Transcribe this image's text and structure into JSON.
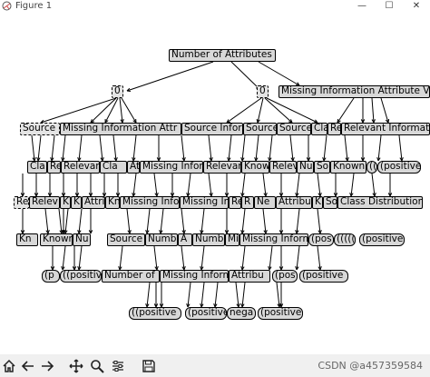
{
  "window": {
    "title": "Figure 1",
    "minimize_label": "—",
    "maximize_label": "☐",
    "close_label": "✕"
  },
  "tree": {
    "nodes": [
      {
        "text": "Number of Attributes"
      },
      {
        "text": "0"
      },
      {
        "text": "0"
      },
      {
        "text": "Missing Information Attribute V"
      },
      {
        "text": "Source"
      },
      {
        "text": "Missing Information Attr"
      },
      {
        "text": "Source Inform"
      },
      {
        "text": "Source"
      },
      {
        "text": "Source"
      },
      {
        "text": "Cla"
      },
      {
        "text": "Re"
      },
      {
        "text": "Relevant Informat"
      },
      {
        "text": "Cla"
      },
      {
        "text": "Re"
      },
      {
        "text": "Relevan"
      },
      {
        "text": "Cla"
      },
      {
        "text": "Att"
      },
      {
        "text": "Missing Inform"
      },
      {
        "text": "Relevan"
      },
      {
        "text": "Know"
      },
      {
        "text": "Relev"
      },
      {
        "text": "Nu"
      },
      {
        "text": "So"
      },
      {
        "text": "Known"
      },
      {
        "text": "(("
      },
      {
        "text": "(positive"
      },
      {
        "text": "Re"
      },
      {
        "text": "Relev"
      },
      {
        "text": "K"
      },
      {
        "text": "K"
      },
      {
        "text": "Attri"
      },
      {
        "text": "Kn"
      },
      {
        "text": "Missing Infor"
      },
      {
        "text": "Missing Inf"
      },
      {
        "text": "Re"
      },
      {
        "text": "R"
      },
      {
        "text": "Ne"
      },
      {
        "text": "Attribu"
      },
      {
        "text": "K"
      },
      {
        "text": "So"
      },
      {
        "text": "Class Distribution"
      },
      {
        "text": "Kn"
      },
      {
        "text": "Known"
      },
      {
        "text": "Nu"
      },
      {
        "text": "Source"
      },
      {
        "text": "Numb"
      },
      {
        "text": "A"
      },
      {
        "text": "Numb"
      },
      {
        "text": "Mi"
      },
      {
        "text": "Missing Inform"
      },
      {
        "text": "(pos"
      },
      {
        "text": "((((("
      },
      {
        "text": "(positive"
      },
      {
        "text": "(p"
      },
      {
        "text": "((positiv"
      },
      {
        "text": "Number of"
      },
      {
        "text": "Missing Inform"
      },
      {
        "text": "Attribu"
      },
      {
        "text": "(pos"
      },
      {
        "text": "(positive"
      },
      {
        "text": "((positive"
      },
      {
        "text": "(positive"
      },
      {
        "text": "nega"
      },
      {
        "text": "(positive"
      }
    ]
  },
  "toolbar": {
    "buttons": [
      {
        "icon": "home-icon",
        "glyph": "⌂"
      },
      {
        "icon": "back-arrow-icon",
        "glyph": "←"
      },
      {
        "icon": "forward-arrow-icon",
        "glyph": "→"
      },
      {
        "icon": "pan-icon",
        "glyph": "✥"
      },
      {
        "icon": "zoom-icon",
        "glyph": "🔍"
      },
      {
        "icon": "configure-subplots-icon",
        "glyph": "☰"
      },
      {
        "icon": "save-icon",
        "glyph": "💾"
      }
    ],
    "watermark": "CSDN @a457359584"
  }
}
